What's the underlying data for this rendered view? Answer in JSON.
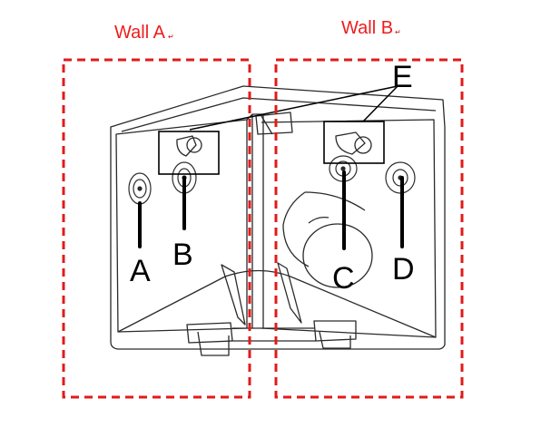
{
  "walls": [
    {
      "title": "Wall A",
      "return_mark": "↵"
    },
    {
      "title": "Wall B",
      "return_mark": "↵"
    }
  ],
  "markers": {
    "a": "A",
    "b": "B",
    "c": "C",
    "d": "D",
    "e": "E"
  },
  "colors": {
    "wall_title": "#ef1c1c",
    "dashed_box": "#e01b1b",
    "line_art": "#2a2a2a",
    "marker_line": "#000000"
  }
}
